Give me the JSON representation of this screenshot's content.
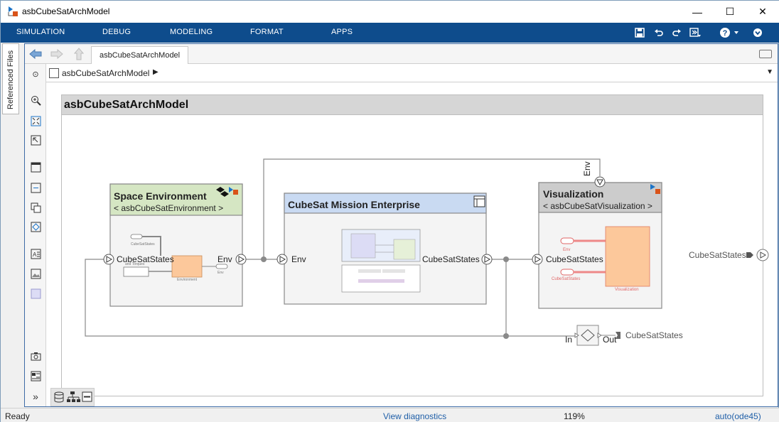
{
  "window": {
    "title": "asbCubeSatArchModel",
    "minimize": "—",
    "maximize": "☐",
    "close": "✕"
  },
  "menu": {
    "items": [
      "SIMULATION",
      "DEBUG",
      "MODELING",
      "FORMAT",
      "APPS"
    ]
  },
  "side_panel": {
    "label": "Referenced Files"
  },
  "tab": {
    "label": "asbCubeSatArchModel"
  },
  "breadcrumb": {
    "label": "asbCubeSatArchModel"
  },
  "model": {
    "title": "asbCubeSatArchModel",
    "blocks": {
      "env": {
        "title": "Space Environment",
        "ref": "< asbCubeSatEnvironment >",
        "in_port": "CubeSatStates",
        "out_port": "Env",
        "thumb_labels": {
          "top": "CubeSatStates",
          "mid": "and Torques",
          "block": "Environment",
          "out": "Env"
        }
      },
      "mission": {
        "title": "CubeSat Mission Enterprise",
        "in_port": "Env",
        "out_port": "CubeSatStates"
      },
      "vis": {
        "title": "Visualization",
        "ref": "< asbCubeSatVisualization >",
        "in_port": "CubeSatStates",
        "top_port": "Env",
        "thumb_labels": {
          "top": "Env",
          "bottom": "CubeSatStates",
          "block": "Visualization"
        }
      },
      "outport": {
        "label": "CubeSatStates"
      },
      "adapter": {
        "in": "In",
        "out": "Out",
        "label": "CubeSatStates"
      }
    }
  },
  "status": {
    "left": "Ready",
    "center": "View diagnostics",
    "zoom": "119%",
    "solver": "auto(ode45)"
  },
  "colors": {
    "menubar": "#0e4c8c",
    "env_header": "#d5e6c3",
    "mission_header": "#c9daf2",
    "vis_header": "#cccccc",
    "block_fill": "#f4f4f4"
  },
  "icons": [
    "back-icon",
    "forward-icon",
    "up-icon",
    "save-icon",
    "undo-icon",
    "redo-icon",
    "help-icon",
    "zoom-icon",
    "fit-icon",
    "keyboard-icon"
  ]
}
